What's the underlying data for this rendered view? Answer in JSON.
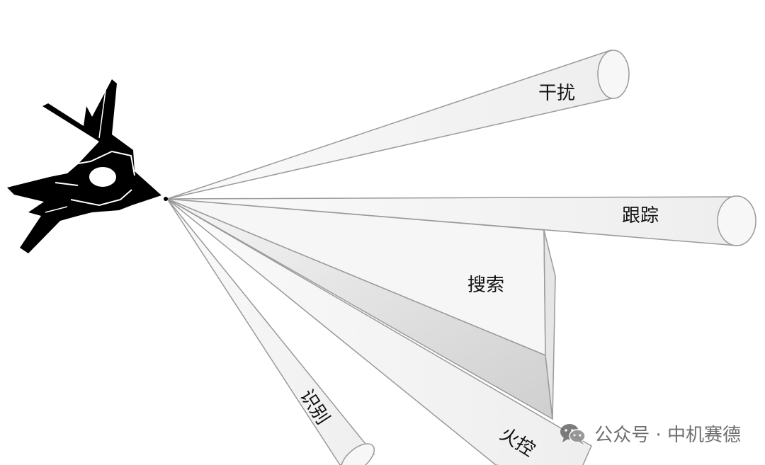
{
  "labels": {
    "jamming": "干扰",
    "tracking": "跟踪",
    "search": "搜索",
    "identification": "识别",
    "fire_control": "火控"
  },
  "watermark": {
    "text": "公众号 · 中机赛德",
    "icon": "wechat-icon"
  },
  "colors": {
    "beam_fill": "#f2f2f2",
    "beam_stroke": "#9a9a9a",
    "aircraft": "#000000"
  }
}
